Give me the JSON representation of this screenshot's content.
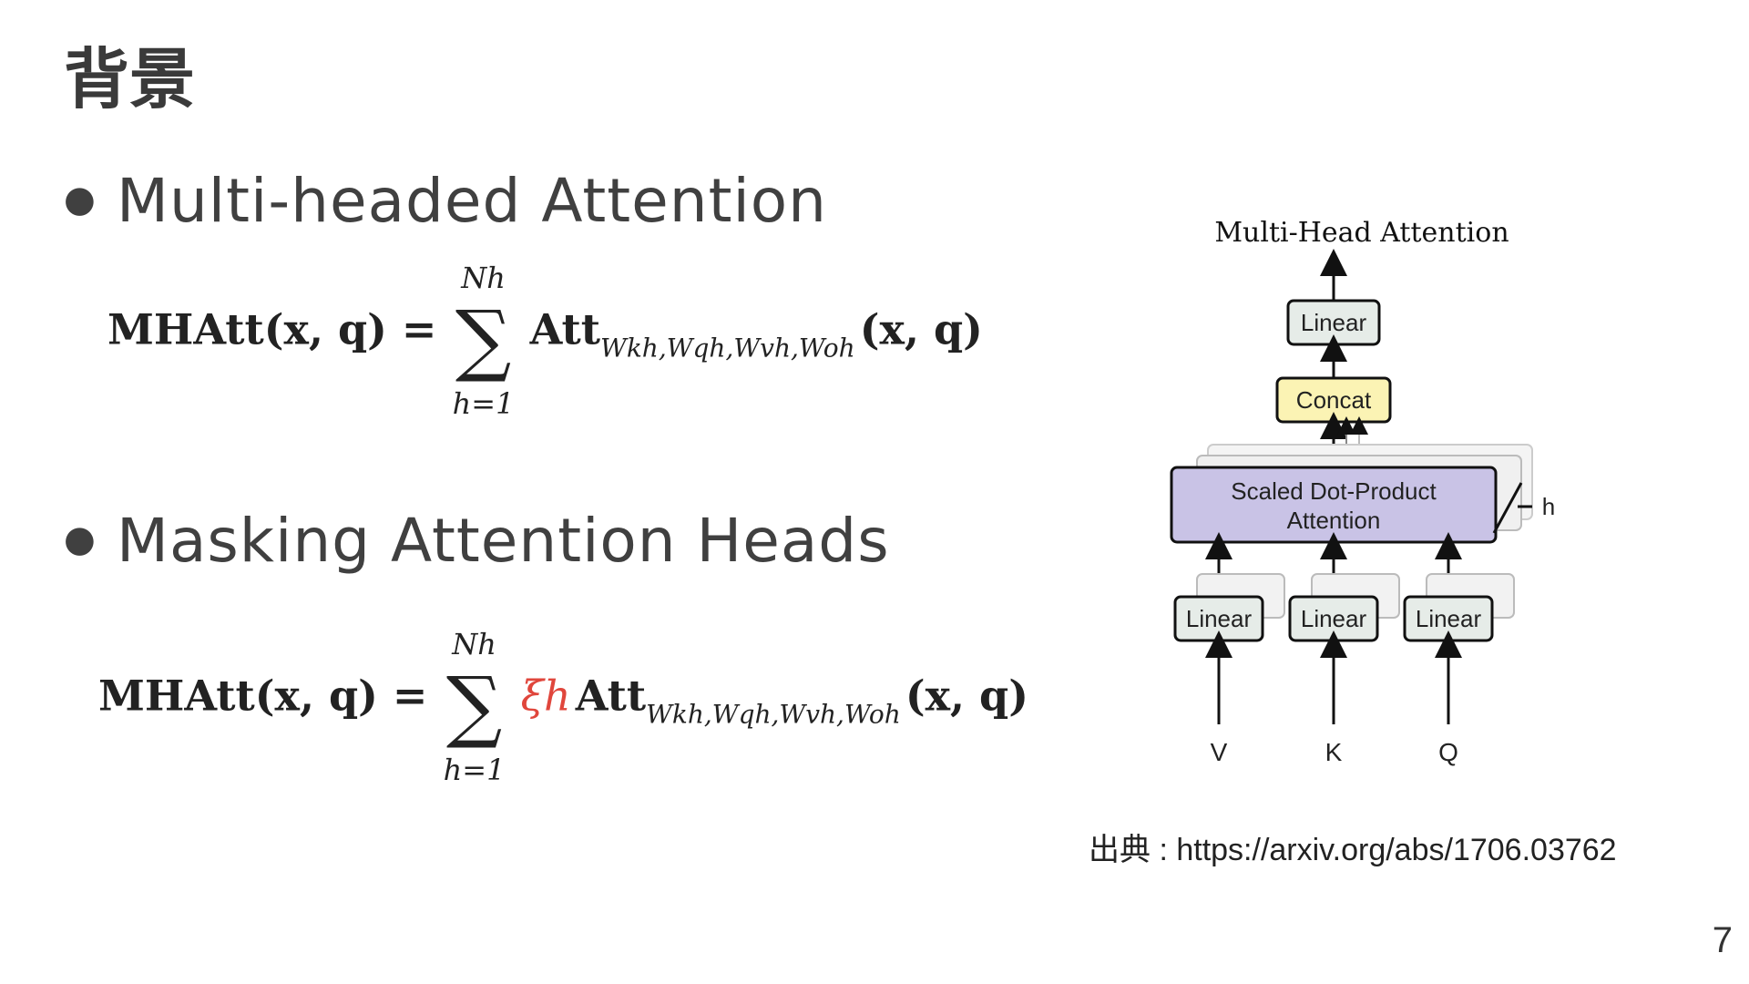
{
  "slide": {
    "title": "背景",
    "page_number": "7",
    "bullets": [
      {
        "text": "Multi-headed Attention"
      },
      {
        "text": "Masking Attention Heads"
      }
    ],
    "formula1": {
      "lhs": "MHAtt(x, q) =",
      "sum_top": "Nh",
      "sum_bottom": "h=1",
      "body": "Att",
      "subscript": "Wkh,Wqh,Wvh,Woh",
      "args": "(x, q)"
    },
    "formula2": {
      "lhs": "MHAtt(x, q) =",
      "sum_top": "Nh",
      "sum_bottom": "h=1",
      "mask": "ξh",
      "body": "Att",
      "subscript": "Wkh,Wqh,Wvh,Woh",
      "args": "(x, q)"
    },
    "citation": "出典 : https://arxiv.org/abs/1706.03762"
  },
  "diagram": {
    "title": "Multi-Head Attention",
    "top_linear": "Linear",
    "concat": "Concat",
    "attention_line1": "Scaled Dot-Product",
    "attention_line2": "Attention",
    "heads_label": "h",
    "input_linears": [
      "Linear",
      "Linear",
      "Linear"
    ],
    "inputs": [
      "V",
      "K",
      "Q"
    ],
    "colors": {
      "linear_fill": "#e6ece8",
      "concat_fill": "#fbf3b4",
      "attention_fill": "#c9c3e6"
    }
  }
}
